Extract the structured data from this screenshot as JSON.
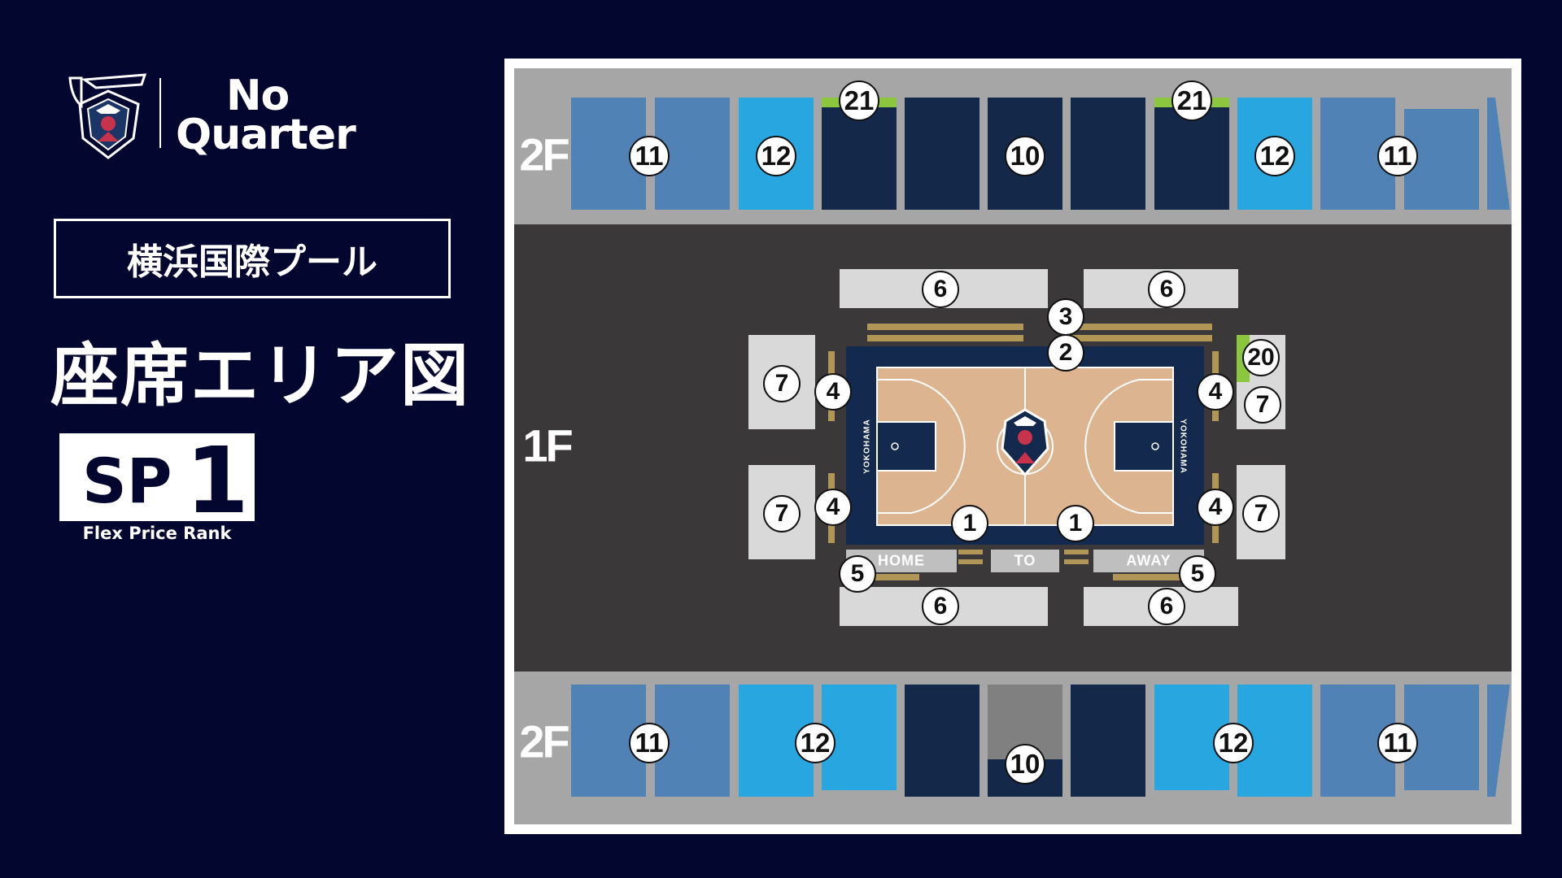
{
  "header": {
    "logo_icon": "no-quarter-crest-15th",
    "brand_line1": "No",
    "brand_line2": "Quarter"
  },
  "venue": {
    "name": "横浜国際プール"
  },
  "title": "座席エリア図",
  "rank": {
    "prefix": "SP",
    "number": "1",
    "caption": "Flex Price Rank"
  },
  "map": {
    "floors": {
      "upper": "2F",
      "lower_main": "1F"
    },
    "court": {
      "side_labels": [
        "HOME",
        "TO",
        "AWAY"
      ],
      "baseline_text": "YOKOHAMA",
      "center_logo": "team-crest-icon"
    },
    "upper_top": {
      "labels": [
        "11",
        "12",
        "21",
        "10",
        "21",
        "12",
        "11"
      ]
    },
    "upper_bottom": {
      "labels": [
        "11",
        "12",
        "10",
        "12",
        "11"
      ]
    },
    "floor_seats": {
      "top": [
        "6",
        "6",
        "3",
        "2"
      ],
      "court_side": [
        "1",
        "1"
      ],
      "bench": [
        "4",
        "4",
        "4",
        "4"
      ],
      "end": [
        "7",
        "7",
        "7",
        "7"
      ],
      "table": [
        "5",
        "5"
      ],
      "bottom": [
        "6",
        "6"
      ],
      "special": [
        "20"
      ]
    },
    "colors": {
      "bg_dark": "#03062e",
      "arena_floor": "#3a3838",
      "concourse": "#a6a6a6",
      "seat_mid_blue": "#5182b5",
      "seat_light_blue": "#27a6e0",
      "seat_navy": "#14294a",
      "seat_gray": "#808080",
      "court_wood": "#dcb48f",
      "court_border": "#13294d",
      "accent_green": "#8cc63f",
      "bench_gold": "#b09657",
      "floor_seat_gray": "#d9d9d9"
    }
  }
}
